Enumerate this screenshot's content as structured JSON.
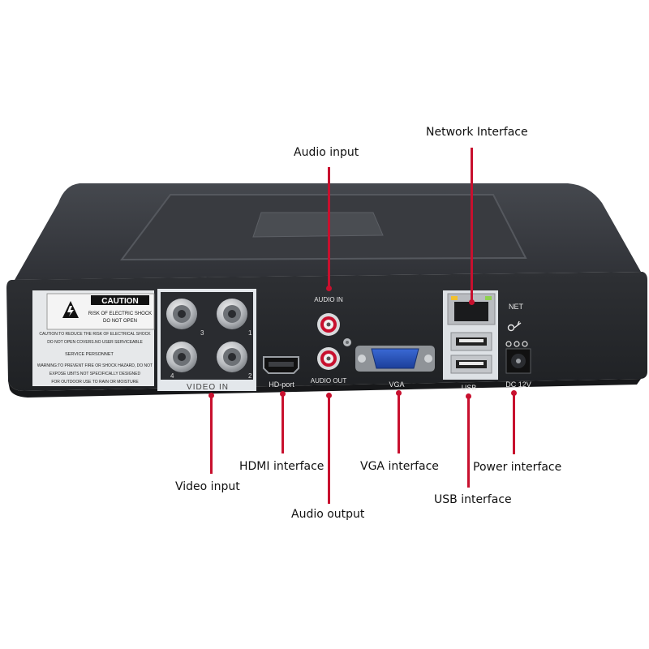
{
  "device_panel": {
    "caution": {
      "title": "CAUTION",
      "line1": "RISK OF ELECTRIC SHOCK",
      "line2": "DO NOT OPEN",
      "text1": "CAUTION:TO REDUCE THE RISK OF ELECTRICAL SHOCK",
      "text2": "DO NOT OPEN COVERS.NO USER SERVICEABLE",
      "text3": "SERVICE PERSONNET",
      "text4": "WARNING:TO PREVENT FIRE OR SHOCK HAZARD, DO NOT",
      "text5": "EXPOSE UBITS NOT SPECIFICALLY DESIGNED",
      "text6": "FOR OUTDOOR USE TO RAIN OR MOISTURE"
    },
    "video_in_label": "VIDEO IN",
    "bnc_numbers": [
      "3",
      "1",
      "4",
      "2"
    ],
    "hdmi_label": "HD-port",
    "audio_in_label": "AUDIO IN",
    "audio_out_label": "AUDIO OUT",
    "vga_label": "VGA",
    "net_label": "NET",
    "usb_label": "USB",
    "dc_label": "DC 12V"
  },
  "callouts": {
    "network": "Network Interface",
    "audio_input": "Audio input",
    "hdmi": "HDMI interface",
    "vga": "VGA interface",
    "power": "Power interface",
    "video_input": "Video input",
    "usb": "USB interface",
    "audio_output": "Audio output"
  },
  "colors": {
    "leader": "#c8102e",
    "chassis": "#2b2d31",
    "label_panel": "#e9edf1",
    "vga_blue": "#2350b8"
  }
}
